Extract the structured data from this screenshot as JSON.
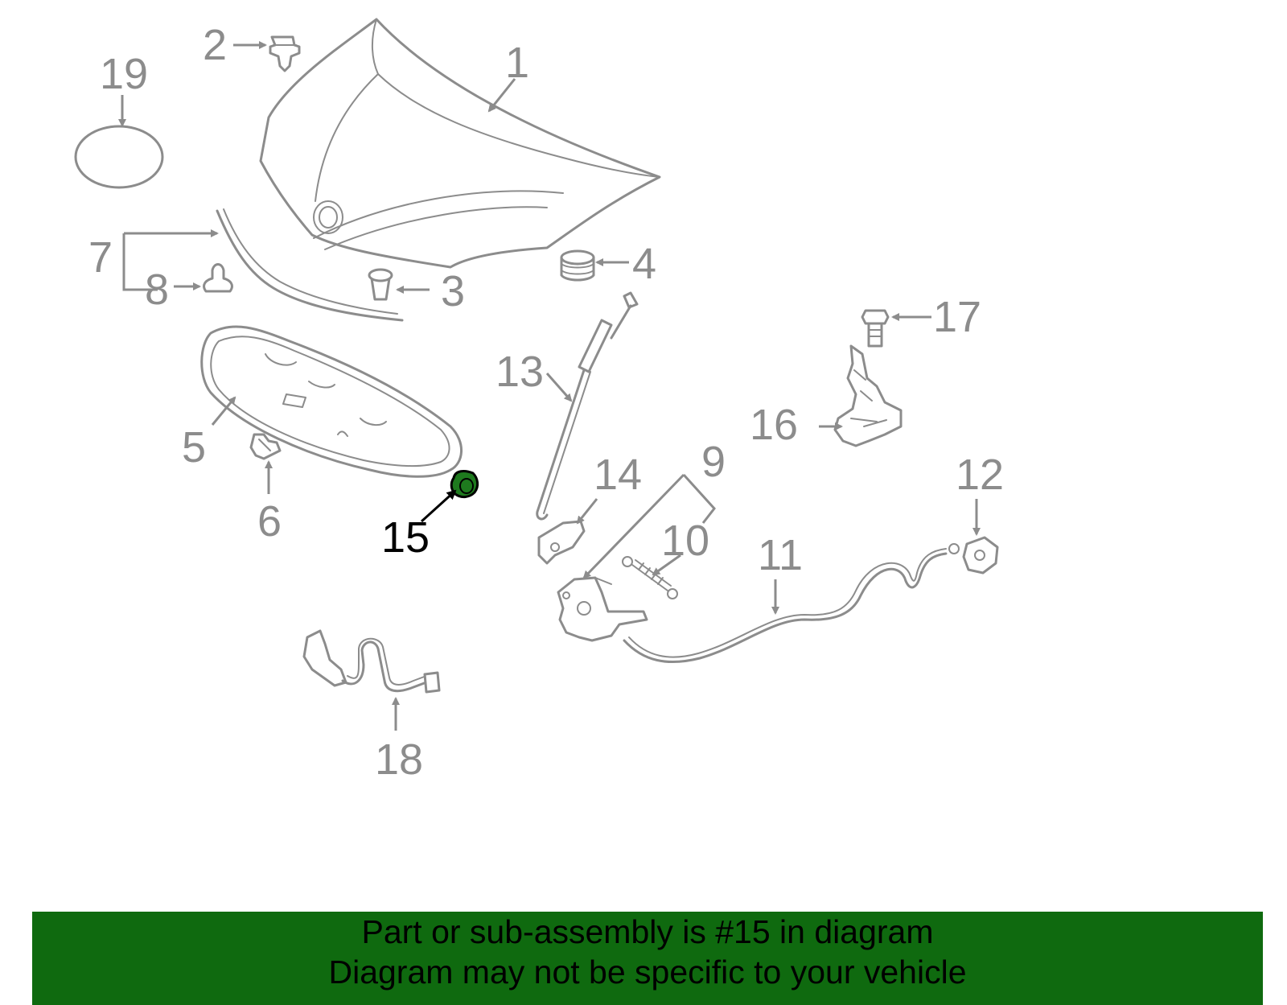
{
  "diagram": {
    "highlight_color": "#1e7a1e",
    "callouts": [
      {
        "id": "1",
        "label": "1"
      },
      {
        "id": "2",
        "label": "2"
      },
      {
        "id": "3",
        "label": "3"
      },
      {
        "id": "4",
        "label": "4"
      },
      {
        "id": "5",
        "label": "5"
      },
      {
        "id": "6",
        "label": "6"
      },
      {
        "id": "7",
        "label": "7"
      },
      {
        "id": "8",
        "label": "8"
      },
      {
        "id": "9",
        "label": "9"
      },
      {
        "id": "10",
        "label": "10"
      },
      {
        "id": "11",
        "label": "11"
      },
      {
        "id": "12",
        "label": "12"
      },
      {
        "id": "13",
        "label": "13"
      },
      {
        "id": "14",
        "label": "14"
      },
      {
        "id": "15",
        "label": "15"
      },
      {
        "id": "16",
        "label": "16"
      },
      {
        "id": "17",
        "label": "17"
      },
      {
        "id": "18",
        "label": "18"
      },
      {
        "id": "19",
        "label": "19"
      }
    ]
  },
  "banner": {
    "line1": "Part or sub-assembly is #15 in diagram",
    "line2": "Diagram may not be specific to your vehicle",
    "background": "#0f6a0f"
  }
}
